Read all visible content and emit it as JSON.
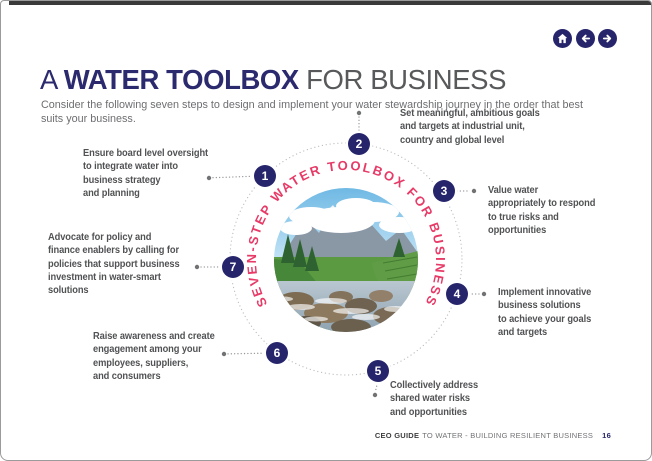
{
  "header": {
    "nav_icons": [
      "home-icon",
      "back-icon",
      "forward-icon"
    ],
    "title": {
      "prefix": "A",
      "emphasis": "WATER TOOLBOX",
      "suffix": "FOR BUSINESS"
    },
    "subtitle_lines": [
      "Consider the following seven steps to design and implement your water stewardship journey in the order that best",
      "suits your business."
    ]
  },
  "diagram": {
    "ring_label": "SEVEN-STEP WATER TOOLBOX FOR BUSINESS",
    "center_image": "mountain-stream-photo",
    "steps": [
      {
        "number": "1",
        "lines": [
          "Ensure board level oversight",
          "to integrate water into",
          "business strategy",
          "and planning"
        ]
      },
      {
        "number": "2",
        "lines": [
          "Set meaningful, ambitious goals",
          "and targets at industrial unit,",
          "country and global level"
        ]
      },
      {
        "number": "3",
        "lines": [
          "Value water",
          "appropriately to respond",
          "to true risks and",
          "opportunities"
        ]
      },
      {
        "number": "4",
        "lines": [
          "Implement innovative",
          "business solutions",
          "to achieve your goals",
          "and targets"
        ]
      },
      {
        "number": "5",
        "lines": [
          "Collectively address",
          "shared water risks",
          "and opportunities"
        ]
      },
      {
        "number": "6",
        "lines": [
          "Raise awareness and create",
          "engagement among your",
          "employees, suppliers,",
          "and consumers"
        ]
      },
      {
        "number": "7",
        "lines": [
          "Advocate for policy and",
          "finance enablers by calling for",
          "policies that support business",
          "investment in water-smart",
          "solutions"
        ]
      }
    ]
  },
  "footer": {
    "brand": "CEO GUIDE",
    "title_rest": "TO WATER - BUILDING RESILIENT BUSINESS",
    "page_number": "16"
  },
  "colors": {
    "navy": "#26256b",
    "pink": "#e73a67",
    "step_text_gray": "#515254",
    "subtitle_gray": "#6d6e71"
  }
}
